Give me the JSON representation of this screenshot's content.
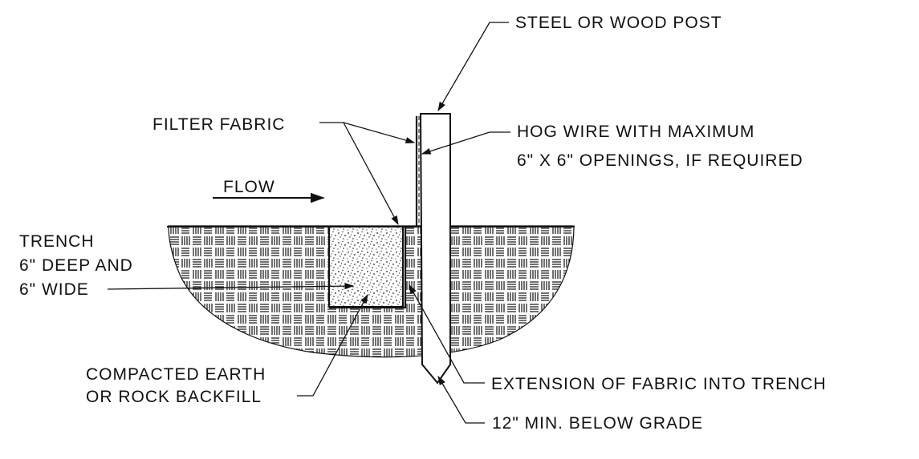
{
  "labels": {
    "post": "STEEL OR WOOD POST",
    "filter_fabric": "FILTER FABRIC",
    "hog_wire_1": "HOG WIRE WITH MAXIMUM",
    "hog_wire_2": "6\" X 6\" OPENINGS, IF REQUIRED",
    "flow": "FLOW",
    "trench_1": "TRENCH",
    "trench_2": "6\" DEEP AND",
    "trench_3": "6\" WIDE",
    "backfill_1": "COMPACTED EARTH",
    "backfill_2": "OR ROCK BACKFILL",
    "extension": "EXTENSION OF FABRIC INTO TRENCH",
    "min_below": "12\" MIN. BELOW GRADE"
  },
  "colors": {
    "line": "#111111",
    "background": "#ffffff"
  }
}
